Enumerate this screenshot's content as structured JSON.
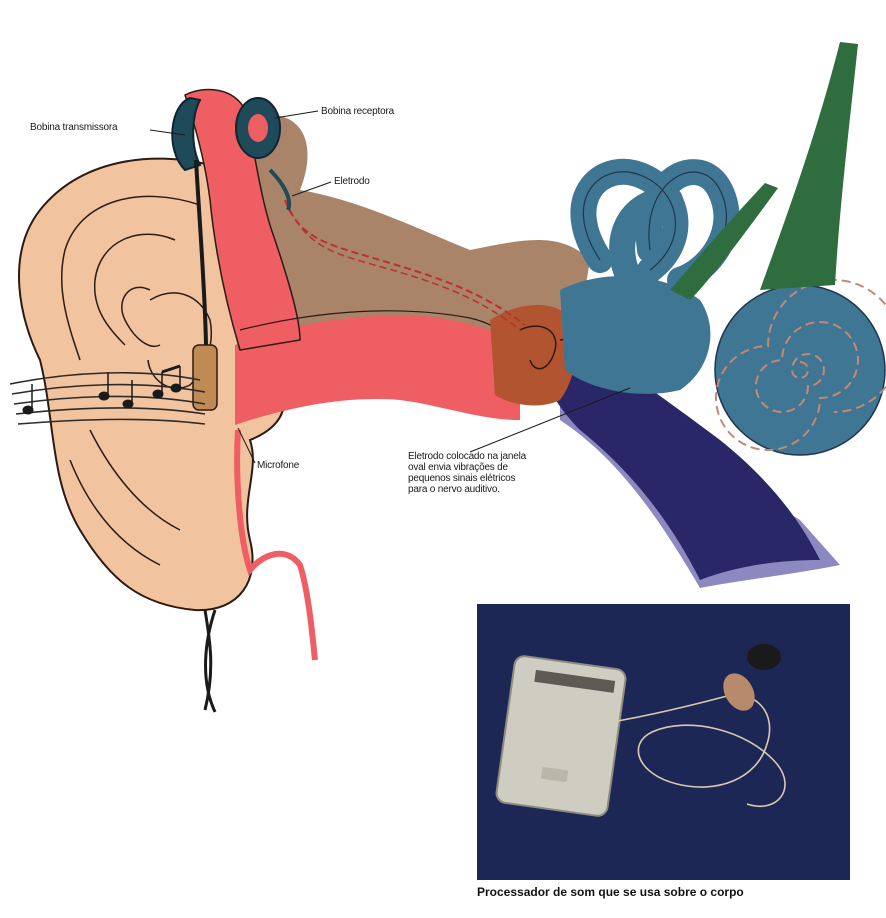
{
  "labels": {
    "bobina_transmissora": "Bobina transmissora",
    "bobina_receptora": "Bobina receptora",
    "eletrodo": "Eletrodo",
    "microfone": "Microfone",
    "eletrodo_note": [
      "Eletrodo colocado na janela",
      "oval envia vibrações de",
      "pequenos sinais elétricos",
      "para o nervo auditivo."
    ]
  },
  "caption": "Processador de som que se usa sobre o corpo",
  "colors": {
    "skin": "#f2c39f",
    "canal_red": "#ee5e63",
    "bone_brown": "#a98468",
    "cochlea_blue": "#3f7694",
    "nerve_green": "#2f6d3f",
    "nerve_navy": "#2a2768",
    "photo_bg": "#1c2755",
    "device_gray": "#cfcdc2"
  }
}
